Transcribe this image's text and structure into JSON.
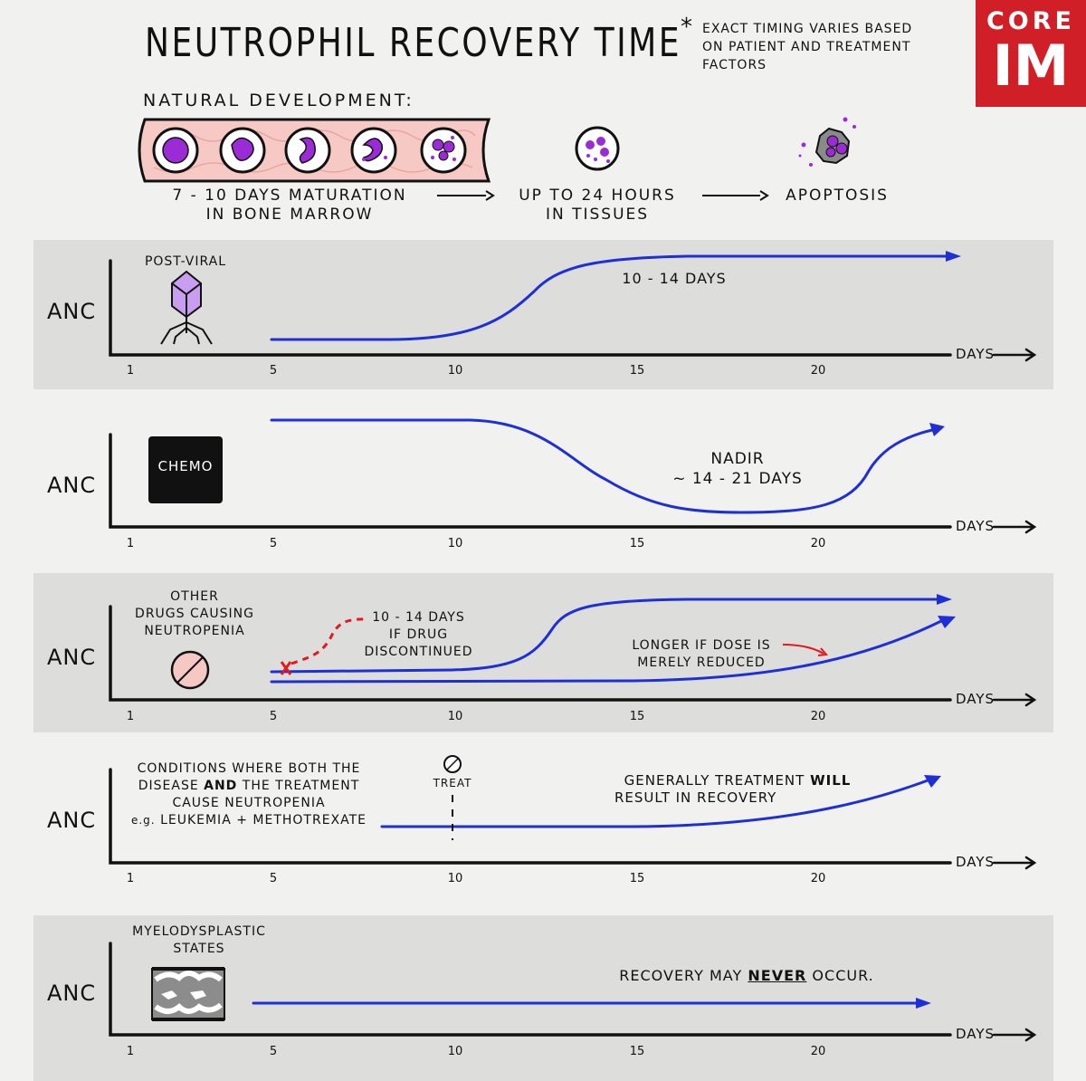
{
  "title": "NEUTROPHIL RECOVERY TIME",
  "note": "EXACT TIMING VARIES BASED ON PATIENT AND TREATMENT FACTORS",
  "logo": {
    "line1": "CORE",
    "line2": "IM",
    "color": "#d01f26"
  },
  "natural": {
    "heading": "NATURAL DEVELOPMENT:",
    "marrow_label_1": "7 - 10 DAYS MATURATION",
    "marrow_label_2": "IN BONE MARROW",
    "tissue_label_1": "UP TO 24 HOURS",
    "tissue_label_2": "IN TISSUES",
    "apoptosis_label": "APOPTOSIS"
  },
  "axis": {
    "ylabel": "ANC",
    "xlabel": "DAYS",
    "ticks": [
      "1",
      "5",
      "10",
      "15",
      "20"
    ]
  },
  "panels": {
    "viral": {
      "label": "POST-VIRAL",
      "annotation": "10 - 14 DAYS"
    },
    "chemo": {
      "box": "CHEMO",
      "annotation_1": "NADIR",
      "annotation_2": "~ 14 - 21 DAYS"
    },
    "drugs": {
      "label_1": "OTHER",
      "label_2": "DRUGS CAUSING",
      "label_3": "NEUTROPENIA",
      "stop_1": "10 - 14 DAYS",
      "stop_2": "IF DRUG",
      "stop_3": "DISCONTINUED",
      "reduced_1": "LONGER IF DOSE IS",
      "reduced_2": "MERELY REDUCED"
    },
    "disease": {
      "line_1": "CONDITIONS WHERE BOTH THE",
      "line_2_a": "DISEASE",
      "line_2_b": "AND",
      "line_2_c": "THE TREATMENT",
      "line_3": "CAUSE NEUTROPENIA",
      "line_4_a": "e.g.",
      "line_4_b": "LEUKEMIA + METHOTREXATE",
      "treat": "TREAT",
      "note_1_a": "GENERALLY TREATMENT",
      "note_1_b": "WILL",
      "note_2": "RESULT IN RECOVERY"
    },
    "mds": {
      "label_1": "MYELODYSPLASTIC",
      "label_2": "STATES",
      "note_a": "RECOVERY MAY",
      "note_b": "NEVER",
      "note_c": "OCCUR."
    }
  },
  "colors": {
    "curve": "#1e2fd6",
    "panel_grey": "#dddddc",
    "cell": "#9b2bd6",
    "marrow": "#f7c9c4",
    "dashed": "#e3191e"
  }
}
